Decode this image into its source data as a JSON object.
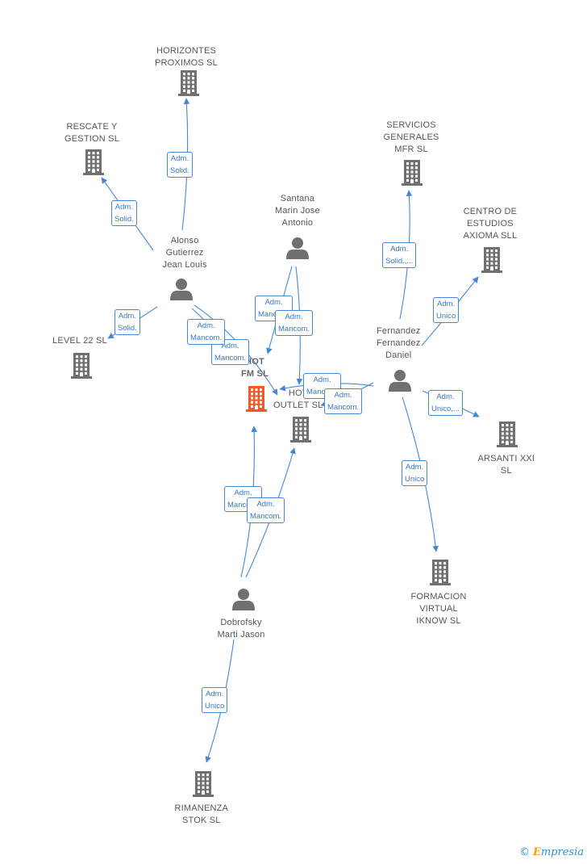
{
  "colors": {
    "edge": "#4a86d0",
    "node": "#707070",
    "focus": "#f05a28",
    "brand": "#2f8ed0"
  },
  "nodes": {
    "horizontes": {
      "type": "company",
      "lines": [
        "HORIZONTES",
        "PROXIMOS  SL"
      ]
    },
    "rescate": {
      "type": "company",
      "lines": [
        "RESCATE Y",
        "GESTION  SL"
      ]
    },
    "servicios": {
      "type": "company",
      "lines": [
        "SERVICIOS",
        "GENERALES",
        "MFR SL"
      ]
    },
    "santana": {
      "type": "person",
      "lines": [
        "Santana",
        "Marin Jose",
        "Antonio"
      ]
    },
    "centro": {
      "type": "company",
      "lines": [
        "CENTRO DE",
        "ESTUDIOS",
        "AXIOMA SLL"
      ]
    },
    "alonso": {
      "type": "person",
      "lines": [
        "Alonso",
        "Gutierrez",
        "Jean Louis"
      ]
    },
    "level22": {
      "type": "company",
      "lines": [
        "LEVEL 22 SL"
      ]
    },
    "fernandez": {
      "type": "person",
      "lines": [
        "Fernandez",
        "Fernandez",
        "Daniel"
      ]
    },
    "hotfm": {
      "type": "focus",
      "lines": [
        "HOT",
        "FM SL"
      ]
    },
    "hotoutlet": {
      "type": "company",
      "lines": [
        "HOT",
        "OUTLET SL"
      ]
    },
    "arsanti": {
      "type": "company",
      "lines": [
        "ARSANTI XXI",
        "SL"
      ]
    },
    "formacion": {
      "type": "company",
      "lines": [
        "FORMACION",
        "VIRTUAL",
        "IKNOW SL"
      ]
    },
    "dobrofsky": {
      "type": "person",
      "lines": [
        "Dobrofsky",
        "Marti Jason"
      ]
    },
    "rimanenza": {
      "type": "company",
      "lines": [
        "RIMANENZA",
        "STOK  SL"
      ]
    }
  },
  "edges": [
    {
      "from": "alonso",
      "to": "horizontes",
      "label": [
        "Adm.",
        "Solid."
      ]
    },
    {
      "from": "alonso",
      "to": "rescate",
      "label": [
        "Adm.",
        "Solid."
      ]
    },
    {
      "from": "alonso",
      "to": "level22",
      "label": [
        "Adm.",
        "Solid."
      ]
    },
    {
      "from": "alonso",
      "to": "hotfm",
      "label": [
        "Adm.",
        "Mancom."
      ]
    },
    {
      "from": "alonso",
      "to": "hotoutlet",
      "label": [
        "Adm.",
        "Mancom."
      ]
    },
    {
      "from": "santana",
      "to": "hotfm",
      "label": [
        "Adm.",
        "Mancom."
      ]
    },
    {
      "from": "santana",
      "to": "hotoutlet",
      "label": [
        "Adm.",
        "Mancom."
      ]
    },
    {
      "from": "fernandez",
      "to": "servicios",
      "label": [
        "Adm.",
        "Solid.,..."
      ]
    },
    {
      "from": "fernandez",
      "to": "centro",
      "label": [
        "Adm.",
        "Unico"
      ]
    },
    {
      "from": "fernandez",
      "to": "arsanti",
      "label": [
        "Adm.",
        "Unico,..."
      ]
    },
    {
      "from": "fernandez",
      "to": "formacion",
      "label": [
        "Adm.",
        "Unico"
      ]
    },
    {
      "from": "fernandez",
      "to": "hotfm",
      "label": [
        "Adm.",
        "Mancom."
      ]
    },
    {
      "from": "fernandez",
      "to": "hotoutlet",
      "label": [
        "Adm.",
        "Mancom."
      ]
    },
    {
      "from": "dobrofsky",
      "to": "hotfm",
      "label": [
        "Adm.",
        "Mancom."
      ]
    },
    {
      "from": "dobrofsky",
      "to": "hotoutlet",
      "label": [
        "Adm.",
        "Mancom."
      ]
    },
    {
      "from": "dobrofsky",
      "to": "rimanenza",
      "label": [
        "Adm.",
        "Unico"
      ]
    }
  ],
  "brand": {
    "copyright": "©",
    "initial": "E",
    "name": "mpresia"
  }
}
